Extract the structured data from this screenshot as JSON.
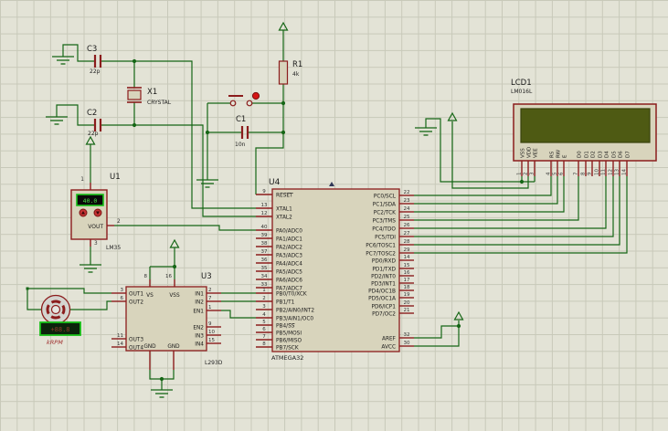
{
  "colors": {
    "canvas": "#e3e3d6",
    "grid": "#c8c9b9",
    "wire": "#156615",
    "component": "#8b1c1c",
    "body_fill": "#d8d4bc",
    "lcd_screen": "#4e5a13",
    "display_border": "#18c018",
    "display_bg": "#0a0a0a",
    "u1_digits": "#46e046",
    "motor_digits": "#8d3b2b",
    "button_red": "#d41414"
  },
  "components": {
    "c3": {
      "ref": "C3",
      "value": "22p"
    },
    "c2": {
      "ref": "C2",
      "value": "22p"
    },
    "c1": {
      "ref": "C1",
      "value": "10n"
    },
    "r1": {
      "ref": "R1",
      "value": "4k"
    },
    "x1": {
      "ref": "X1",
      "value": "CRYSTAL"
    },
    "u1": {
      "ref": "U1",
      "part": "LM35",
      "display": "40.0",
      "vout": "VOUT",
      "pin_numbers": [
        "1",
        "2",
        "3"
      ]
    },
    "motor": {
      "display": "+88.8",
      "unit": "kRPM"
    },
    "u3": {
      "ref": "U3",
      "part": "L293D",
      "left_pins": [
        {
          "num": "3",
          "label": "OUT1"
        },
        {
          "num": "6",
          "label": "OUT2"
        },
        {
          "num": "11",
          "label": "OUT3"
        },
        {
          "num": "14",
          "label": "OUT4"
        }
      ],
      "right_pins": [
        {
          "num": "2",
          "label": "IN1"
        },
        {
          "num": "7",
          "label": "IN2"
        },
        {
          "num": "1",
          "label": "EN1"
        },
        {
          "num": "9",
          "label": "EN2"
        },
        {
          "num": "10",
          "label": "IN3"
        },
        {
          "num": "15",
          "label": "IN4"
        }
      ],
      "top_pins": [
        {
          "num": "8",
          "label": "VS"
        },
        {
          "num": "16",
          "label": "VSS"
        }
      ],
      "bottom_labels": [
        "GND",
        "GND"
      ]
    },
    "u4": {
      "ref": "U4",
      "part": "ATMEGA32",
      "left_pins": [
        {
          "num": "9",
          "over": "RESET"
        },
        {
          "num": "13",
          "label": "XTAL1"
        },
        {
          "num": "12",
          "label": "XTAL2"
        },
        {
          "num": "40",
          "label": "PA0/ADC0"
        },
        {
          "num": "39",
          "label": "PA1/ADC1"
        },
        {
          "num": "38",
          "label": "PA2/ADC2"
        },
        {
          "num": "37",
          "label": "PA3/ADC3"
        },
        {
          "num": "36",
          "label": "PA4/ADC4"
        },
        {
          "num": "35",
          "label": "PA5/ADC5"
        },
        {
          "num": "34",
          "label": "PA6/ADC6"
        },
        {
          "num": "33",
          "label": "PA7/ADC7"
        },
        {
          "num": "1",
          "label": "PB0/T0/XCK"
        },
        {
          "num": "2",
          "label": "PB1/T1"
        },
        {
          "num": "3",
          "label": "PB2/AIN0/INT2"
        },
        {
          "num": "4",
          "label": "PB3/AIN1/OC0"
        },
        {
          "num": "5",
          "pre": "PB4/",
          "over": "SS"
        },
        {
          "num": "6",
          "label": "PB5/MOSI"
        },
        {
          "num": "7",
          "label": "PB6/MISO"
        },
        {
          "num": "8",
          "label": "PB7/SCK"
        }
      ],
      "right_pins": [
        {
          "num": "22",
          "label": "PC0/SCL"
        },
        {
          "num": "23",
          "label": "PC1/SDA"
        },
        {
          "num": "24",
          "label": "PC2/TCK"
        },
        {
          "num": "25",
          "label": "PC3/TMS"
        },
        {
          "num": "26",
          "label": "PC4/TDO"
        },
        {
          "num": "27",
          "label": "PC5/TDI"
        },
        {
          "num": "28",
          "label": "PC6/TOSC1"
        },
        {
          "num": "29",
          "label": "PC7/TOSC2"
        },
        {
          "num": "14",
          "label": "PD0/RXD"
        },
        {
          "num": "15",
          "label": "PD1/TXD"
        },
        {
          "num": "16",
          "label": "PD2/INT0"
        },
        {
          "num": "17",
          "label": "PD3/INT1"
        },
        {
          "num": "18",
          "label": "PD4/OC1B"
        },
        {
          "num": "19",
          "label": "PD5/OC1A"
        },
        {
          "num": "20",
          "label": "PD6/ICP1"
        },
        {
          "num": "21",
          "label": "PD7/OC2"
        },
        {
          "num": "32",
          "label": "AREF"
        },
        {
          "num": "30",
          "label": "AVCC"
        }
      ]
    },
    "lcd1": {
      "ref": "LCD1",
      "part": "LM016L",
      "pins": [
        {
          "num": "1",
          "label": "VSS"
        },
        {
          "num": "2",
          "label": "VDD"
        },
        {
          "num": "3",
          "label": "VEE"
        },
        {
          "num": "4",
          "label": "RS"
        },
        {
          "num": "5",
          "label": "RW"
        },
        {
          "num": "6",
          "label": "E"
        },
        {
          "num": "7",
          "label": "D0"
        },
        {
          "num": "8",
          "label": "D1"
        },
        {
          "num": "9",
          "label": "D2"
        },
        {
          "num": "10",
          "label": "D3"
        },
        {
          "num": "11",
          "label": "D4"
        },
        {
          "num": "12",
          "label": "D5"
        },
        {
          "num": "13",
          "label": "D6"
        },
        {
          "num": "14",
          "label": "D7"
        }
      ]
    }
  }
}
